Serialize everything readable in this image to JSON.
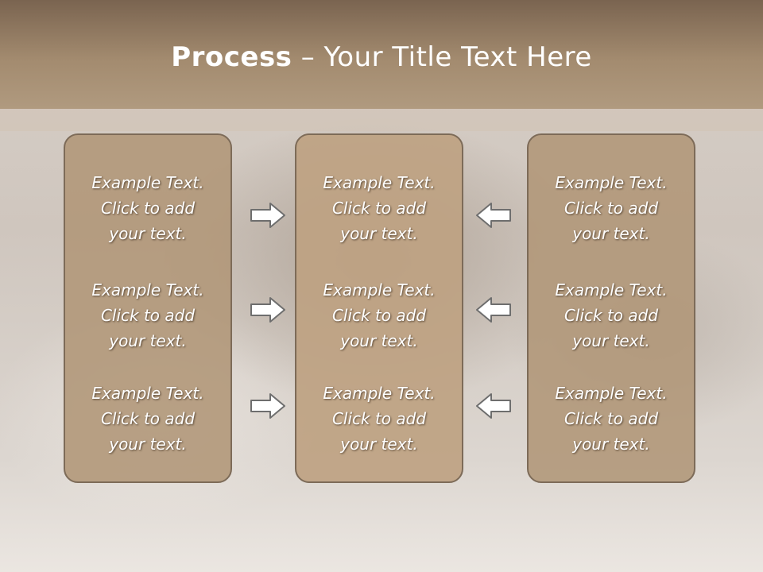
{
  "title": {
    "bold": "Process",
    "rest": " – Your Title Text Here"
  },
  "columns": [
    {
      "items": [
        {
          "line1": "Example Text.",
          "line2": "Click  to add",
          "line3": "your text."
        },
        {
          "line1": "Example Text.",
          "line2": "Click  to add",
          "line3": "your text."
        },
        {
          "line1": "Example Text.",
          "line2": "Click  to add",
          "line3": "your text."
        }
      ]
    },
    {
      "items": [
        {
          "line1": "Example Text.",
          "line2": "Click  to add",
          "line3": "your text."
        },
        {
          "line1": "Example Text.",
          "line2": "Click  to add",
          "line3": "your text."
        },
        {
          "line1": "Example Text.",
          "line2": "Click  to add",
          "line3": "your text."
        }
      ]
    },
    {
      "items": [
        {
          "line1": "Example Text.",
          "line2": "Click  to add",
          "line3": "your text."
        },
        {
          "line1": "Example Text.",
          "line2": "Click  to add",
          "line3": "your text."
        },
        {
          "line1": "Example Text.",
          "line2": "Click  to add",
          "line3": "your text."
        }
      ]
    }
  ],
  "arrows": {
    "left_column": "right-arrow-icon",
    "right_column": "left-arrow-icon"
  },
  "colors": {
    "title_bar": "#a38b6f",
    "box_fill": "#b0967a",
    "box_border": "#7d6b58",
    "arrow_stroke": "#6e6e6e"
  }
}
